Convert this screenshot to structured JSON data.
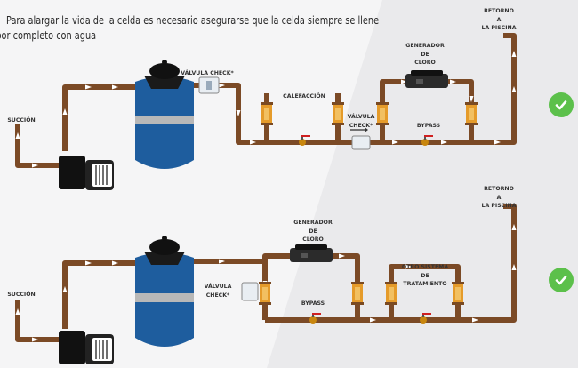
{
  "note": {
    "line1": "Para alargar la vida de la celda es necesario asegurarse que la celda siempre se llene",
    "line2": "por completo con agua"
  },
  "diagram1": {
    "succion": "SUCCIÓN",
    "valvula_check": "VÁLVULA CHECK*",
    "calefaccion": "CALEFACCIÓN",
    "valvula_check_2": [
      "VÁLVULA",
      "CHECK*"
    ],
    "generador": [
      "GENERADOR",
      "DE",
      "CLORO"
    ],
    "bypass": "BYPASS",
    "retorno": [
      "RETORNO",
      "A",
      "LA PISCINA"
    ]
  },
  "diagram2": {
    "succion": "SUCCIÓN",
    "valvula_check": [
      "VÁLVULA",
      "CHECK*"
    ],
    "generador": [
      "GENERADOR",
      "DE",
      "CLORO"
    ],
    "bypass": "BYPASS",
    "otro": [
      "OTRO SISTEMA",
      "DE",
      "TRATAMIENTO"
    ],
    "retorno": [
      "RETORNO",
      "A",
      "LA PISCINA"
    ]
  },
  "colors": {
    "pipe": "#7b4a26",
    "pipe_dark": "#4f2d14",
    "filter": "#1e5d9e",
    "band": "#b8b8b8",
    "check": "#5cc04b",
    "valve": "#e09a2a"
  },
  "icons": [
    "check-circle-icon",
    "pump-icon",
    "filter-icon",
    "valve-icon",
    "chlorine-generator-icon",
    "check-valve-icon"
  ]
}
